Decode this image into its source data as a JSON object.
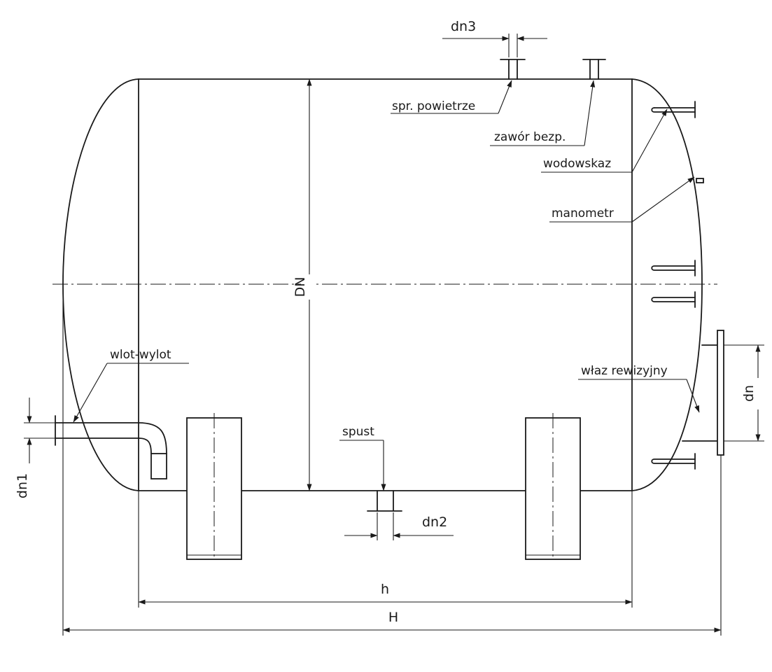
{
  "labels": {
    "air_vent": "spr. powietrze",
    "safety_valve": "zawór bezp.",
    "water_gauge": "wodowskaz",
    "manometer": "manometr",
    "inlet_outlet": "wlot-wylot",
    "manhole": "właz rewizyjny",
    "drain": "spust"
  },
  "dimensions": {
    "diameter": "DN",
    "shell_length": "h",
    "total_length": "H",
    "nozzle_inlet": "dn1",
    "nozzle_drain": "dn2",
    "nozzle_air": "dn3",
    "nozzle_manhole": "dn"
  }
}
